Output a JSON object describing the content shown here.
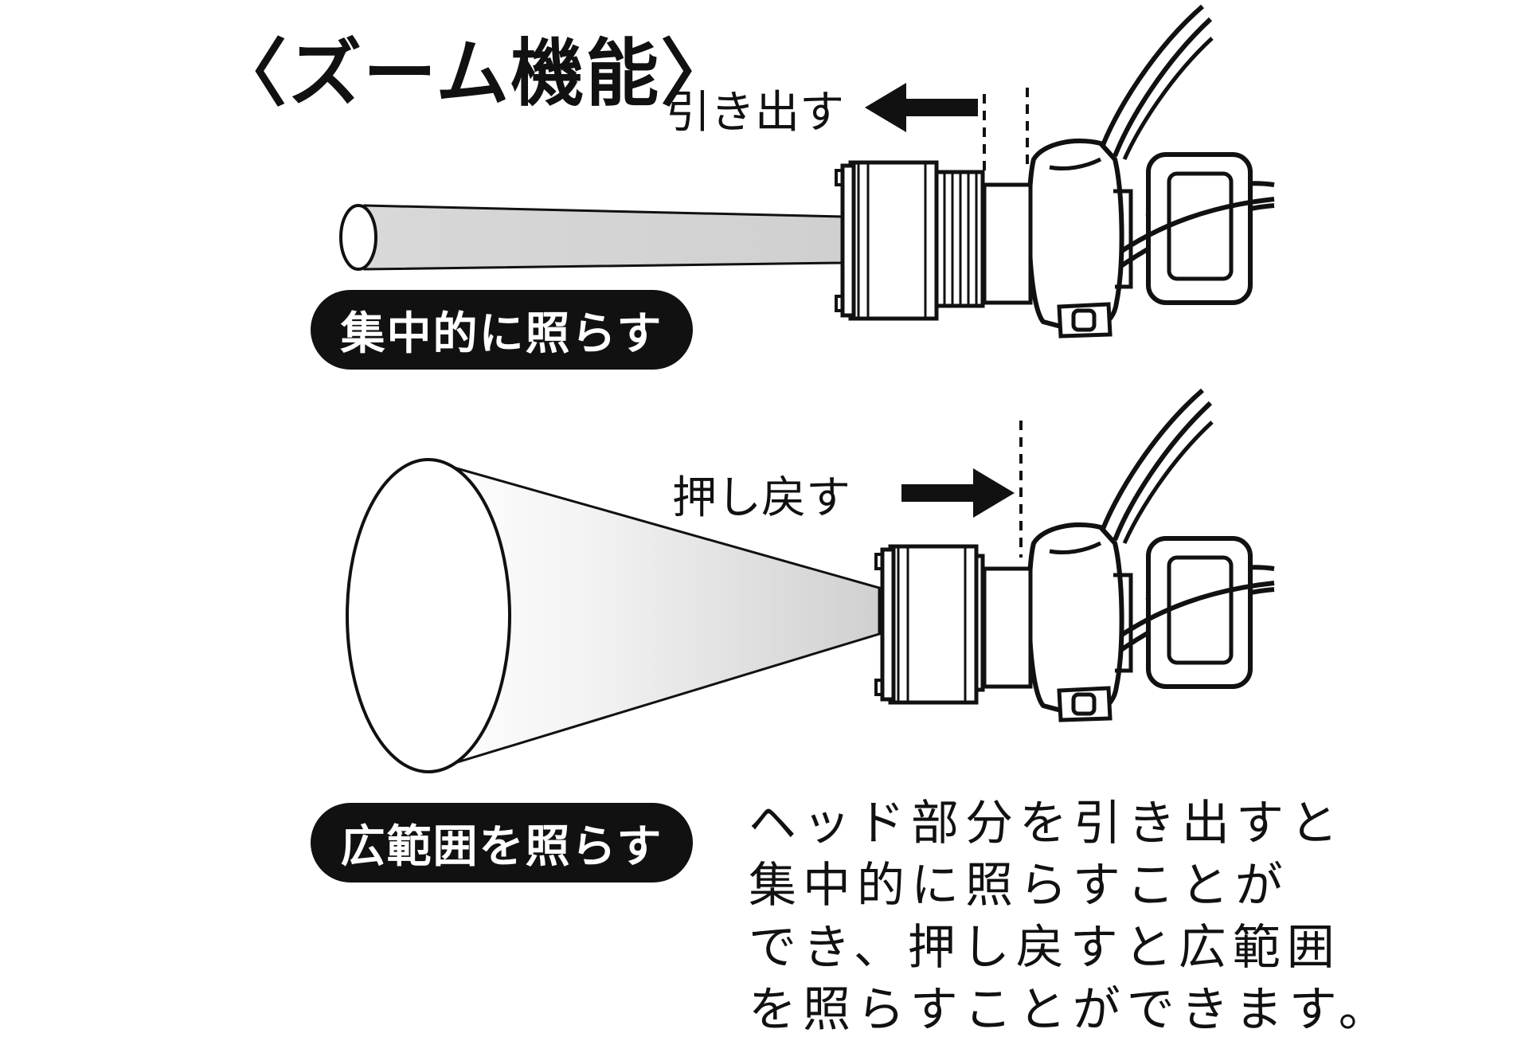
{
  "title": "〈ズーム機能〉",
  "top": {
    "action_label": "引き出す",
    "badge": "集中的に照らす"
  },
  "bottom": {
    "action_label": "押し戻す",
    "badge": "広範囲を照らす"
  },
  "description": {
    "lines": [
      "ヘッド部分を引き出すと",
      "集中的に照らすことが",
      "でき、押し戻すと広範囲",
      "を照らすことができます。"
    ]
  },
  "colors": {
    "ink": "#111111",
    "beam": "#d4d4d4",
    "badge_bg": "#111111",
    "badge_text": "#ffffff"
  },
  "icons": [
    "headlamp-icon",
    "arrow-left-icon",
    "arrow-right-icon",
    "light-beam-icon"
  ]
}
